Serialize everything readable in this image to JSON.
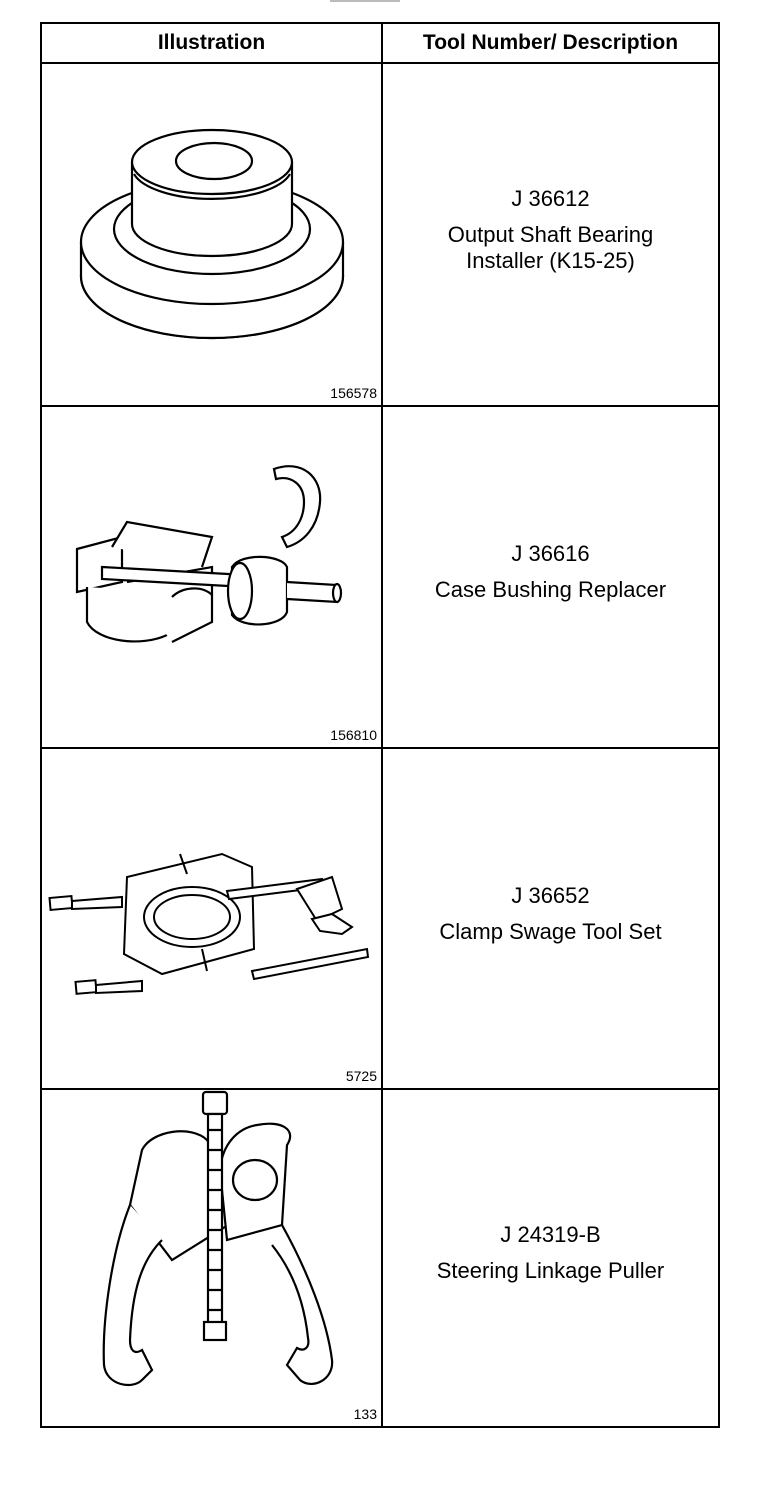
{
  "header": {
    "illustration": "Illustration",
    "tool": "Tool Number/ Description"
  },
  "rows": [
    {
      "figure": "156578",
      "number": "J 36612",
      "desc1": "Output Shaft Bearing",
      "desc2": "Installer (K15-25)",
      "icon": "bearing-installer-icon"
    },
    {
      "figure": "156810",
      "number": "J 36616",
      "desc1": "Case Bushing Replacer",
      "desc2": "",
      "icon": "bushing-replacer-icon"
    },
    {
      "figure": "5725",
      "number": "J 36652",
      "desc1": "Clamp Swage Tool Set",
      "desc2": "",
      "icon": "clamp-swage-icon"
    },
    {
      "figure": "133",
      "number": "J 24319-B",
      "desc1": "Steering Linkage Puller",
      "desc2": "",
      "icon": "linkage-puller-icon"
    }
  ]
}
